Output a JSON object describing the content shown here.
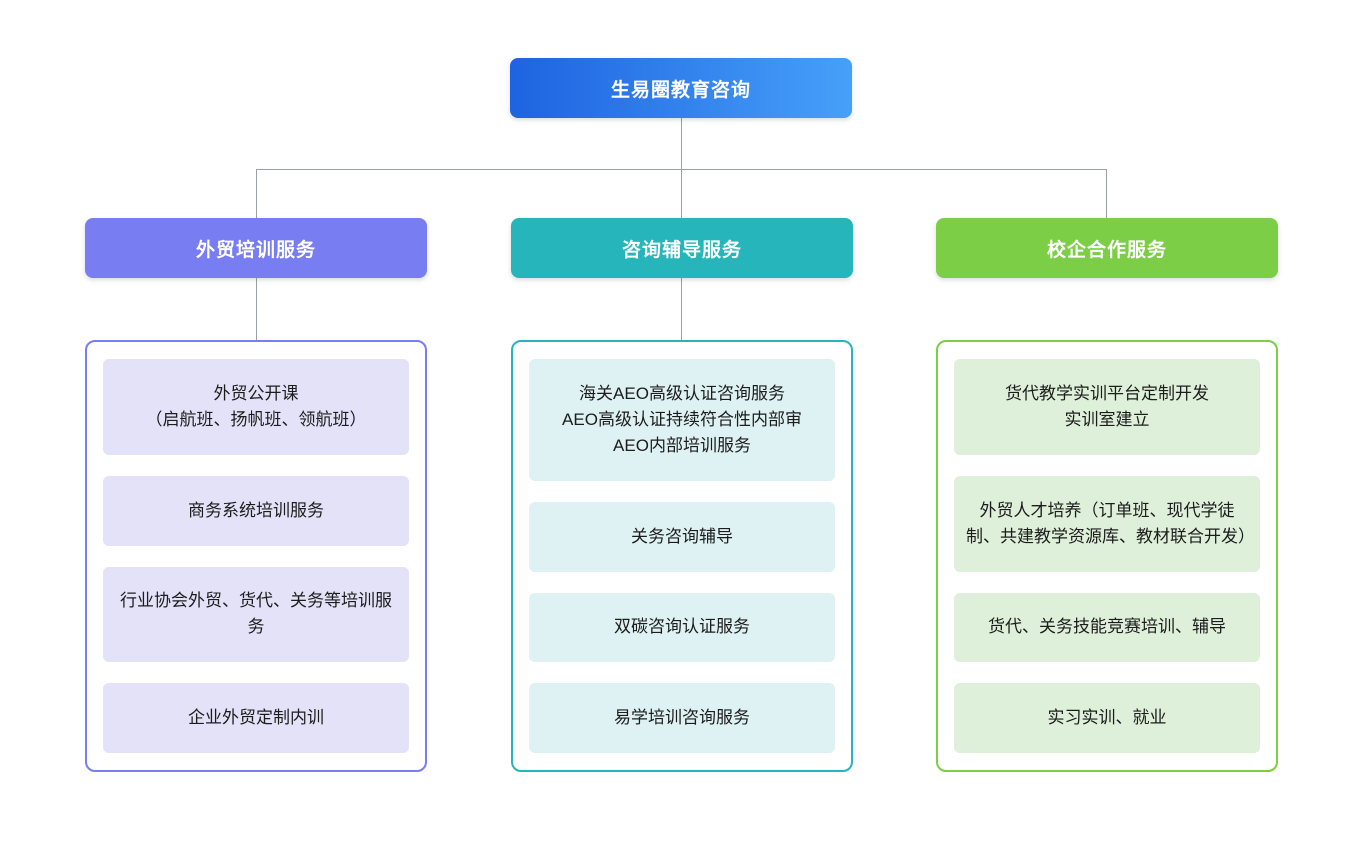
{
  "root": {
    "label": "生易圈教育咨询"
  },
  "colors": {
    "root_gradient_start": "#1e63e1",
    "root_gradient_end": "#46a0f8",
    "connector": "#98a0a8",
    "branch_accents": [
      "#787df2",
      "#26b5ba",
      "#7bce46"
    ],
    "branch_item_backgrounds": [
      "#e3e2f8",
      "#def1f3",
      "#def0da"
    ]
  },
  "branches": [
    {
      "label": "外贸培训服务",
      "items": [
        "外贸公开课\n（启航班、扬帆班、领航班）",
        "商务系统培训服务",
        "行业协会外贸、货代、关务等培训服务",
        "企业外贸定制内训"
      ]
    },
    {
      "label": "咨询辅导服务",
      "items": [
        "海关AEO高级认证咨询服务\nAEO高级认证持续符合性内部审\nAEO内部培训服务",
        "关务咨询辅导",
        "双碳咨询认证服务",
        "易学培训咨询服务"
      ]
    },
    {
      "label": "校企合作服务",
      "items": [
        "货代教学实训平台定制开发\n实训室建立",
        "外贸人才培养（订单班、现代学徒制、共建教学资源库、教材联合开发）",
        "货代、关务技能竞赛培训、辅导",
        "实习实训、就业"
      ]
    }
  ]
}
